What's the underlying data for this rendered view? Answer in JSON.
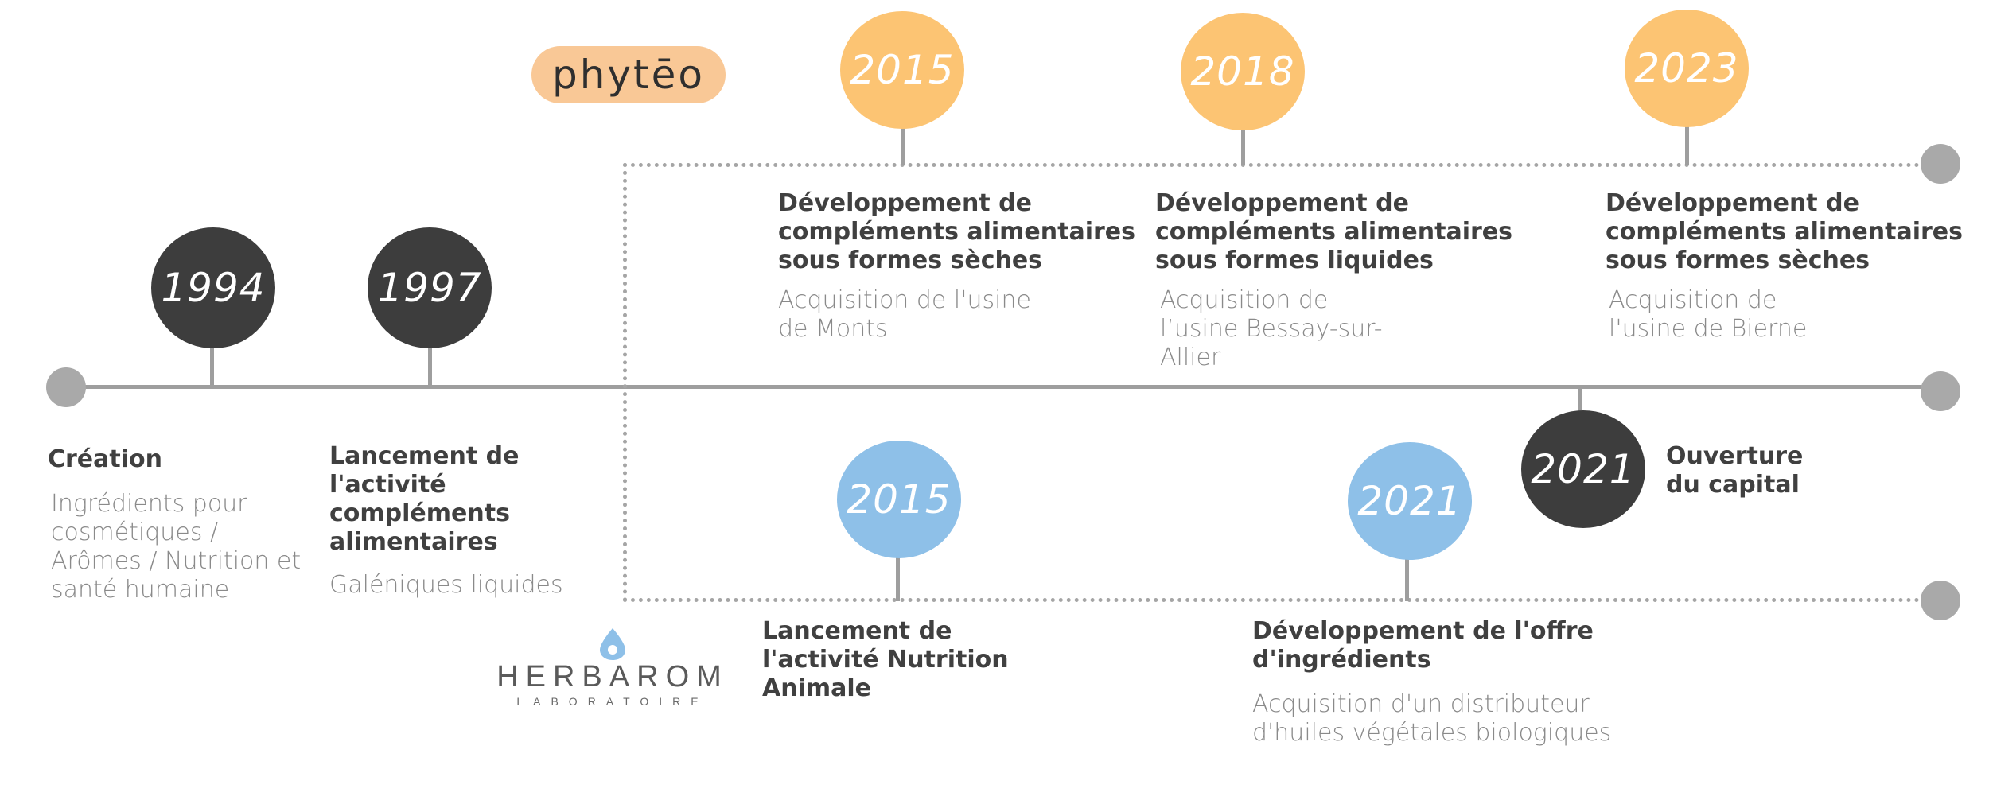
{
  "logos": {
    "phyteo": "phytēo",
    "herbarom_name": "HERBAROM",
    "herbarom_sub": "LABORATOIRE"
  },
  "colors": {
    "dark_circle": "#3d3d3d",
    "orange_circle": "#fcc473",
    "blue_circle": "#8ec0e8",
    "line": "#9e9e9e",
    "title_text": "#404040",
    "desc_text": "#8a8a8a"
  },
  "events": {
    "e1994": {
      "year": "1994",
      "title": "Création",
      "desc": "Ingrédients pour cosmétiques / Arômes / Nutrition et santé humaine"
    },
    "e1997": {
      "year": "1997",
      "title": "Lancement de l'activité compléments alimentaires",
      "desc": "Galéniques liquides"
    },
    "p2015": {
      "year": "2015",
      "title": "Développement de compléments alimentaires sous formes sèches",
      "desc": "Acquisition de l'usine de Monts"
    },
    "p2018": {
      "year": "2018",
      "title": "Développement de compléments alimentaires sous formes liquides",
      "desc": "Acquisition de l’usine Bessay-sur-Allier"
    },
    "p2023": {
      "year": "2023",
      "title": "Développement de compléments alimentaires sous formes sèches",
      "desc": "Acquisition de l'usine de Bierne"
    },
    "c2021": {
      "year": "2021",
      "title": "Ouverture du capital"
    },
    "h2015": {
      "year": "2015",
      "title": "Lancement de l'activité Nutrition Animale"
    },
    "h2021": {
      "year": "2021",
      "title": "Développement de l'offre d'ingrédients",
      "desc": "Acquisition d'un distributeur d'huiles végétales biologiques"
    }
  }
}
